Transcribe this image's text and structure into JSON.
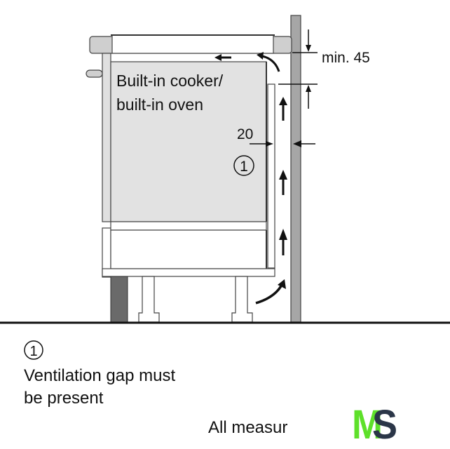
{
  "diagram": {
    "appliance_label_line1": "Built-in cooker/",
    "appliance_label_line2": "built-in oven",
    "gap_dimension": "20",
    "clearance_dimension": "min. 45",
    "callout_marker": "1"
  },
  "legend": {
    "marker": "1",
    "note_line1": "Ventilation gap must",
    "note_line2": "be present",
    "footer_text": "All measur"
  },
  "logo": {
    "letter1": "M",
    "letter2": "S",
    "color1": "#5ee02a",
    "color2": "#2b3648"
  }
}
